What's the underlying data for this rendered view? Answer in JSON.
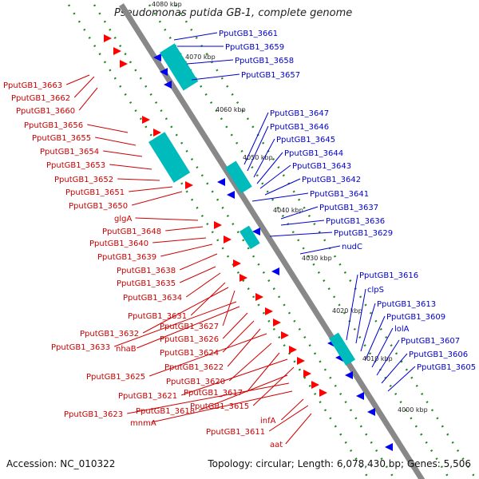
{
  "title": "Pseudomonas putida GB-1, complete genome",
  "footer": {
    "accession": "Accession: NC_010322",
    "topology": "Topology: circular; Length: 6,078,430 bp; Genes: 5,506"
  },
  "colors": {
    "left_label": "#cc0000",
    "right_label": "#0000cc",
    "forward_gene": "#ff0000",
    "reverse_gene": "#0000ee",
    "gc_track": "#00bbbb",
    "backbone": "#888888",
    "dotted_track": "#228822"
  },
  "scale": {
    "unit": "kbp",
    "ticks": [
      "4080 kbp",
      "4070 kbp",
      "4060 kbp",
      "4050 kbp",
      "4040 kbp",
      "4030 kbp",
      "4020 kbp",
      "4010 kbp",
      "4000 kbp"
    ]
  },
  "left_labels": [
    "PputGB1_3663",
    "PputGB1_3662",
    "PputGB1_3660",
    "PputGB1_3656",
    "PputGB1_3655",
    "PputGB1_3654",
    "PputGB1_3653",
    "PputGB1_3652",
    "PputGB1_3651",
    "PputGB1_3650",
    "glgA",
    "PputGB1_3648",
    "PputGB1_3640",
    "PputGB1_3639",
    "PputGB1_3638",
    "PputGB1_3635",
    "PputGB1_3634",
    "PputGB1_3631",
    "PputGB1_3632",
    "PputGB1_3627",
    "PputGB1_3633",
    "nhaB",
    "PputGB1_3626",
    "PputGB1_3624",
    "PputGB1_3622",
    "PputGB1_3625",
    "PputGB1_3620",
    "PputGB1_3617",
    "PputGB1_3621",
    "PputGB1_3615",
    "PputGB1_3618",
    "PputGB1_3623",
    "mnmA",
    "infA",
    "PputGB1_3611",
    "aat"
  ],
  "right_labels": [
    "PputGB1_3661",
    "PputGB1_3659",
    "PputGB1_3658",
    "PputGB1_3657",
    "PputGB1_3647",
    "PputGB1_3646",
    "PputGB1_3645",
    "PputGB1_3644",
    "PputGB1_3643",
    "PputGB1_3642",
    "PputGB1_3641",
    "PputGB1_3637",
    "PputGB1_3636",
    "PputGB1_3629",
    "nudC",
    "PputGB1_3616",
    "clpS",
    "PputGB1_3613",
    "PputGB1_3609",
    "lolA",
    "PputGB1_3607",
    "PputGB1_3606",
    "PputGB1_3605"
  ]
}
